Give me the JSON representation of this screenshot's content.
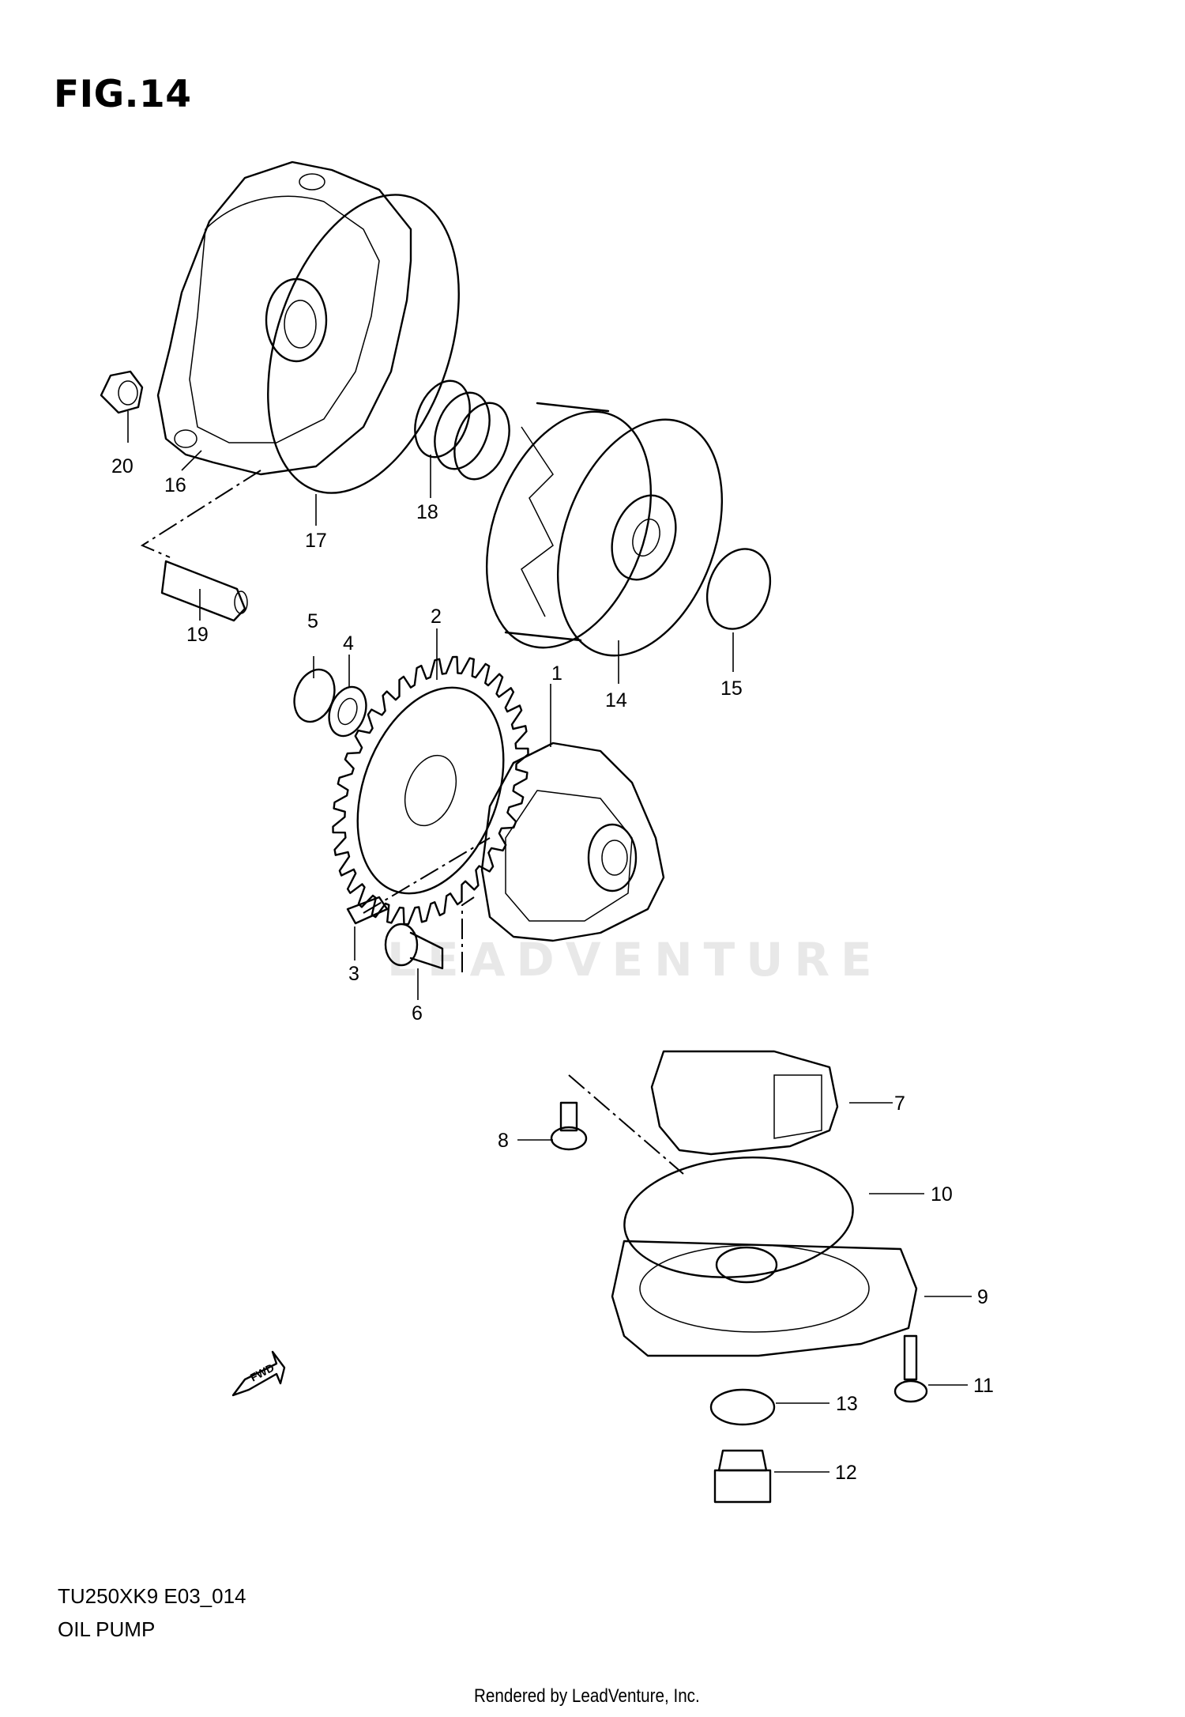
{
  "figure": {
    "title": "FIG.14"
  },
  "footer": {
    "model_code": "TU250XK9  E03_014",
    "section_name": "OIL PUMP",
    "credit": "Rendered by LeadVenture, Inc."
  },
  "watermark": "LEADVENTURE",
  "fwd_label": "FWD",
  "callouts": [
    "1",
    "2",
    "3",
    "4",
    "5",
    "6",
    "7",
    "8",
    "9",
    "10",
    "11",
    "12",
    "13",
    "14",
    "15",
    "16",
    "17",
    "18",
    "19",
    "20"
  ]
}
